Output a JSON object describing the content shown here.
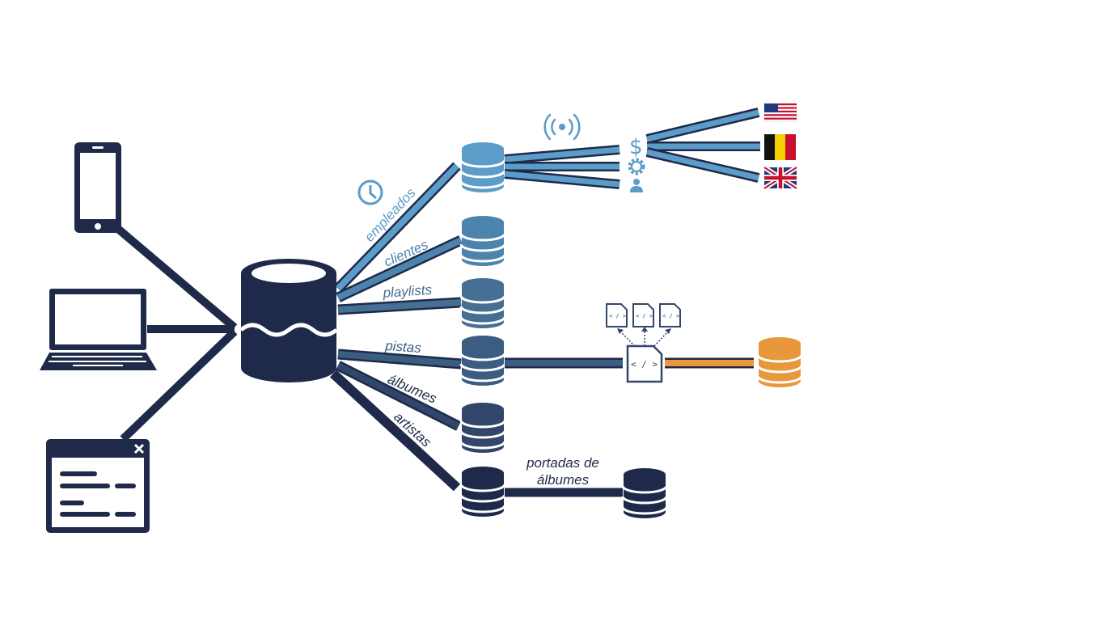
{
  "colors": {
    "navy": "#1f2a4a",
    "blue_light": "#5b9cc8",
    "blue_mid": "#4d84ae",
    "blue_steel": "#466f94",
    "blue_dark": "#3b5d82",
    "blue_deep": "#32466b",
    "orange": "#e8973a",
    "flag_red": "#c8102e",
    "flag_blue": "#1f3a7a",
    "flag_yellow": "#f5d000"
  },
  "icons": {
    "devices": [
      "smartphone-icon",
      "laptop-icon",
      "app-window-icon"
    ],
    "main_database": "data-lake-icon",
    "misc": [
      "clock-icon",
      "wireless-signal-icon",
      "dollar-icon",
      "gear-icon",
      "person-icon",
      "code-file-icon"
    ],
    "flags": [
      "usa-flag-icon",
      "belgium-flag-icon",
      "uk-flag-icon"
    ]
  },
  "branches": {
    "empleados": "empleados",
    "clientes": "clientes",
    "playlists": "playlists",
    "pistas": "pistas",
    "albumes": "álbumes",
    "artistas": "artistas"
  },
  "covers": {
    "line1": "portadas de",
    "line2": "álbumes"
  },
  "code_symbol": "< / >"
}
